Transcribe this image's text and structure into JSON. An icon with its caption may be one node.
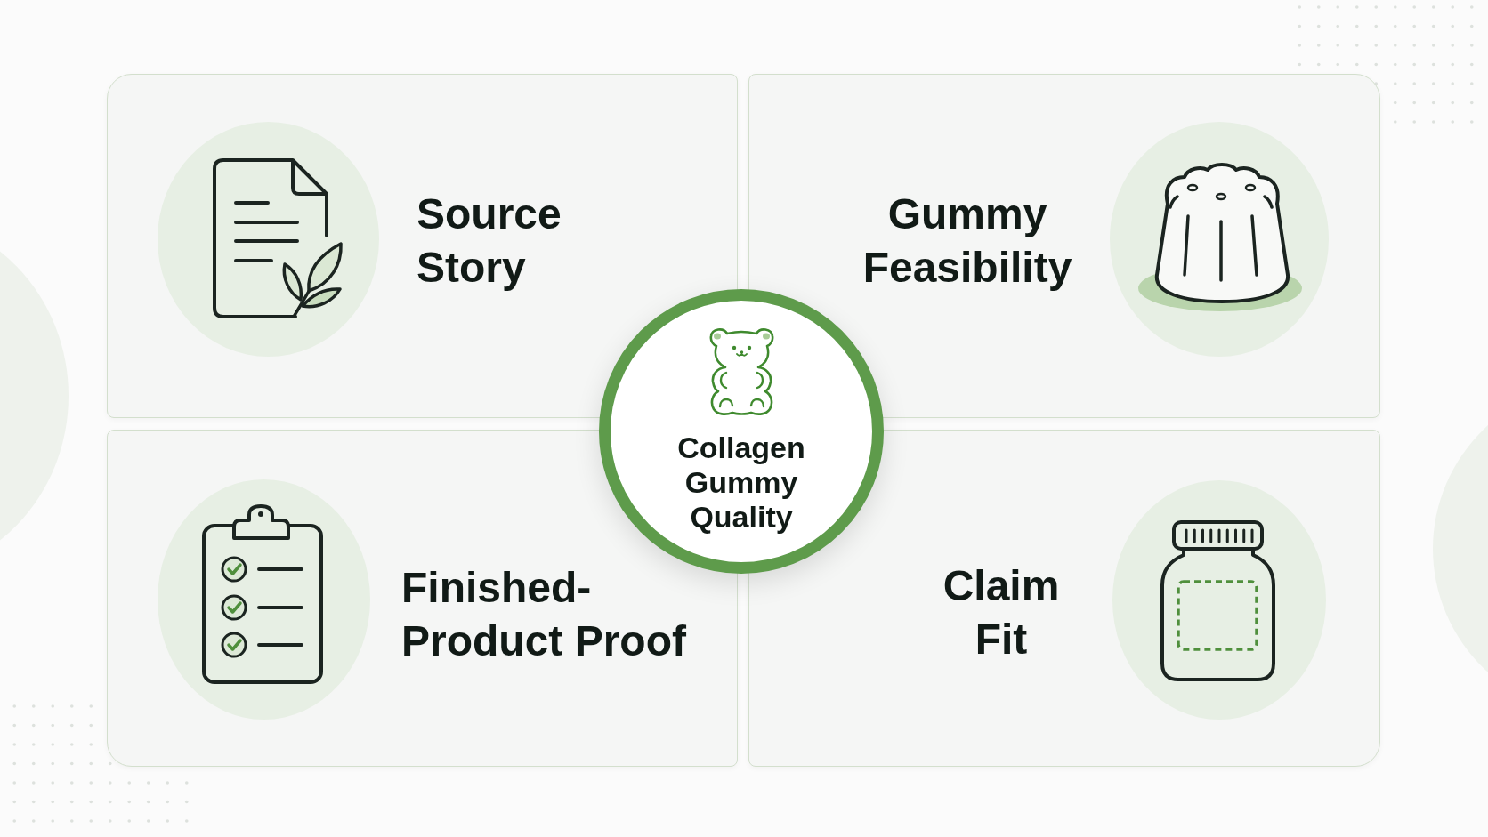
{
  "diagram": {
    "nodes": [
      {
        "text": [
          "Collagen Gummy Quality"
        ]
      },
      {
        "text": [
          "Source Story"
        ]
      },
      {
        "text": [
          "Gummy Feasibility"
        ]
      },
      {
        "text": [
          "Finished-Product Proof"
        ]
      },
      {
        "text": [
          "Claim Fit"
        ]
      }
    ]
  }
}
